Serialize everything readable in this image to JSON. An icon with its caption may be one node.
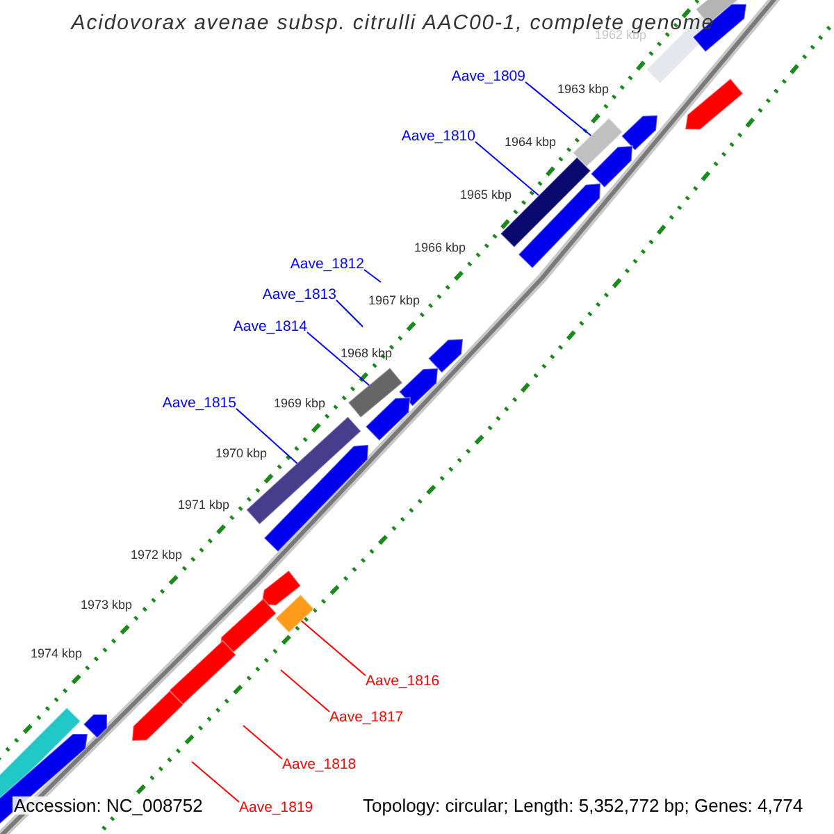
{
  "diagram": {
    "title": "Acidovorax avenae subsp. citrulli AAC00-1, complete genome",
    "nodes": [
      {
        "text": [
          "Aave_1809"
        ]
      },
      {
        "text": [
          "Aave_1810"
        ]
      },
      {
        "text": [
          "Aave_1812"
        ]
      },
      {
        "text": [
          "Aave_1813"
        ]
      },
      {
        "text": [
          "Aave_1814"
        ]
      },
      {
        "text": [
          "Aave_1815"
        ]
      },
      {
        "text": [
          "Aave_1816"
        ]
      },
      {
        "text": [
          "Aave_1817"
        ]
      },
      {
        "text": [
          "Aave_1818"
        ]
      },
      {
        "text": [
          "Aave_1819"
        ]
      },
      {
        "text": [],
        "shape": "box"
      },
      {
        "text": [],
        "shape": "box"
      },
      {
        "text": [],
        "shape": "box"
      },
      {
        "text": [],
        "shape": "box"
      },
      {
        "text": [],
        "shape": "box"
      },
      {
        "text": [],
        "shape": "arrow"
      },
      {
        "text": [],
        "shape": "arrow"
      }
    ],
    "edges": [
      {
        "from": 0,
        "to": 10,
        "arrow": "none"
      },
      {
        "from": 1,
        "to": 11,
        "arrow": "none"
      },
      {
        "from": 2,
        "to": null,
        "arrow": "none"
      },
      {
        "from": 3,
        "to": null,
        "arrow": "none"
      },
      {
        "from": 4,
        "to": 12,
        "arrow": "none"
      },
      {
        "from": 5,
        "to": 13,
        "arrow": "none"
      },
      {
        "from": 6,
        "to": 14,
        "arrow": "none",
        "color": "#ff0000"
      },
      {
        "from": 7,
        "to": null,
        "arrow": "none",
        "color": "#ff0000"
      },
      {
        "from": 8,
        "to": null,
        "arrow": "none",
        "color": "#ff0000"
      },
      {
        "from": 9,
        "to": null,
        "arrow": "none",
        "color": "#ff0000"
      }
    ],
    "labels": [
      "1962 kbp",
      "1963 kbp",
      "1964 kbp",
      "1965 kbp",
      "1966 kbp",
      "1967 kbp",
      "1968 kbp",
      "1969 kbp",
      "1970 kbp",
      "1971 kbp",
      "1972 kbp",
      "1973 kbp",
      "1974 kbp",
      "Accession: NC_008752",
      "Topology: circular; Length: 5,352,772 bp; Genes: 4,774"
    ]
  }
}
